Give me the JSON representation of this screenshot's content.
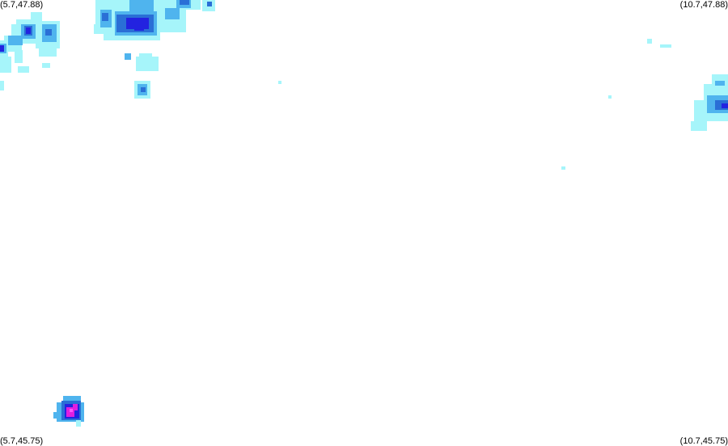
{
  "map": {
    "corners": {
      "top_left": "(5.7,47.88)",
      "top_right": "(10.7,47.88)",
      "bottom_left": "(5.7,45.75)",
      "bottom_right": "(10.7,45.75)"
    },
    "bounds": {
      "lon_min": 5.7,
      "lon_max": 10.7,
      "lat_min": 45.75,
      "lat_max": 47.88
    },
    "background_color": "#ffffff",
    "intensity_colors": {
      "light": "#a6f5fa",
      "medium": "#4fb4ee",
      "strong": "#2a6fd6",
      "heavy": "#2323e0",
      "extreme": "#e01ee0"
    },
    "precipitation_cells": [
      {
        "region": "northwest",
        "lon": 5.95,
        "lat": 47.78,
        "intensity": "heavy"
      },
      {
        "region": "north-central",
        "lon": 6.62,
        "lat": 47.82,
        "intensity": "heavy"
      },
      {
        "region": "north-central-small",
        "lon": 6.68,
        "lat": 47.62,
        "intensity": "light"
      },
      {
        "region": "north-central-small",
        "lon": 6.68,
        "lat": 47.5,
        "intensity": "medium"
      },
      {
        "region": "east",
        "lon": 10.6,
        "lat": 47.47,
        "intensity": "strong"
      },
      {
        "region": "southwest",
        "lon": 6.2,
        "lat": 45.85,
        "intensity": "extreme"
      }
    ]
  }
}
